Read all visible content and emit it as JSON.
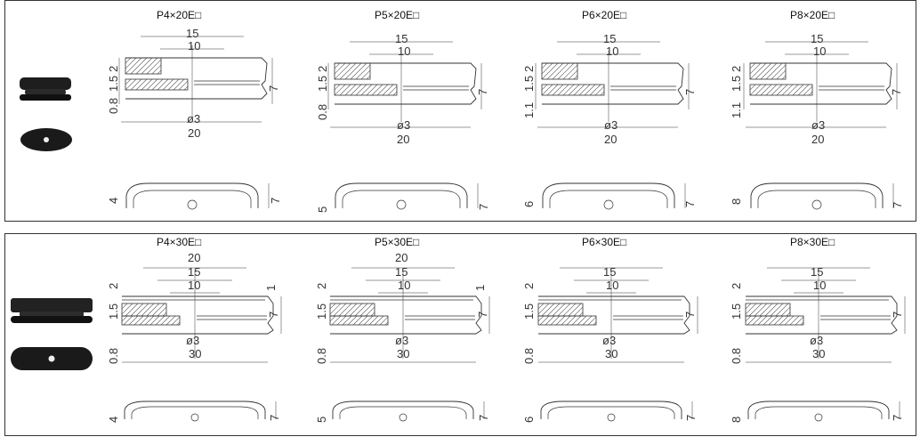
{
  "top": {
    "columns": [
      {
        "title": "P4×20E□",
        "dim_a": "15",
        "dim_b": "10",
        "dia": "ø3",
        "width": "20",
        "h_upper": "1.5",
        "h_upper2": "2",
        "h_lower": "0.8",
        "height": "7",
        "side": "4",
        "side_h": "7"
      },
      {
        "title": "P5×20E□",
        "dim_a": "15",
        "dim_b": "10",
        "dia": "ø3",
        "width": "20",
        "h_upper": "1.5",
        "h_upper2": "2",
        "h_lower": "0.8",
        "height": "7",
        "side": "5",
        "side_h": "7"
      },
      {
        "title": "P6×20E□",
        "dim_a": "15",
        "dim_b": "10",
        "dia": "ø3",
        "width": "20",
        "h_upper": "1.5",
        "h_upper2": "2",
        "h_lower": "1.1",
        "height": "7",
        "side": "6",
        "side_h": "7"
      },
      {
        "title": "P8×20E□",
        "dim_a": "15",
        "dim_b": "10",
        "dia": "ø3",
        "width": "20",
        "h_upper": "1.5",
        "h_upper2": "2",
        "h_lower": "1.1",
        "height": "7",
        "side": "8",
        "side_h": "7"
      }
    ]
  },
  "bottom": {
    "columns": [
      {
        "title": "P4×30E□",
        "dim_top": "20",
        "dim_a": "15",
        "dim_b": "10",
        "dia": "ø3",
        "width": "30",
        "h_top": "2",
        "h_upper": "1.5",
        "h_lower": "0.8",
        "height": "7",
        "right_small": "1",
        "side": "4",
        "side_h": "7"
      },
      {
        "title": "P5×30E□",
        "dim_top": "20",
        "dim_a": "15",
        "dim_b": "10",
        "dia": "ø3",
        "width": "30",
        "h_top": "2",
        "h_upper": "1.5",
        "h_lower": "0.8",
        "height": "7",
        "right_small": "1",
        "side": "5",
        "side_h": "7"
      },
      {
        "title": "P6×30E□",
        "dim_top": "",
        "dim_a": "15",
        "dim_b": "10",
        "dia": "ø3",
        "width": "30",
        "h_top": "2",
        "h_upper": "1.5",
        "h_lower": "0.8",
        "height": "7",
        "right_small": "",
        "side": "6",
        "side_h": "7"
      },
      {
        "title": "P8×30E□",
        "dim_top": "",
        "dim_a": "15",
        "dim_b": "10",
        "dia": "ø3",
        "width": "30",
        "h_top": "2",
        "h_upper": "1.5",
        "h_lower": "0.8",
        "height": "7",
        "right_small": "",
        "side": "8",
        "side_h": "7"
      }
    ]
  },
  "colors": {
    "line": "#333333",
    "hatch": "#555555",
    "rubber": "#1e1e1e"
  }
}
